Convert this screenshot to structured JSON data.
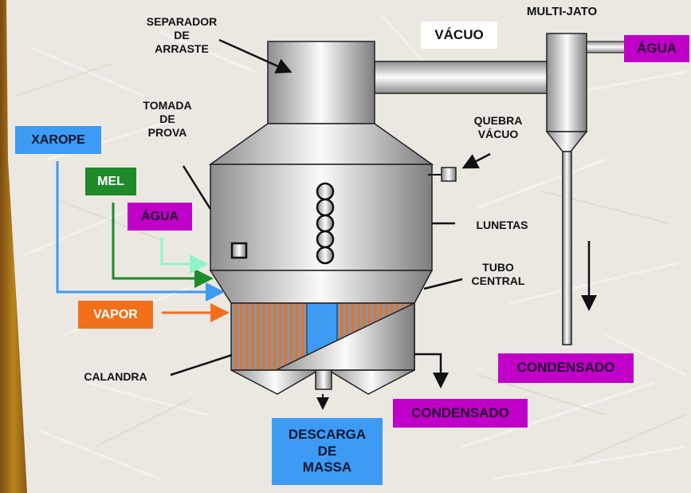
{
  "diagram": {
    "title": "Cozedor a vácuo (tacho) – esquema",
    "labels": {
      "separador": "SEPARADOR\nDE\nARRASTE",
      "tomada": "TOMADA\nDE\nPROVA",
      "quebra": "QUEBRA\nVÁCUO",
      "lunetas": "LUNETAS",
      "tubo": "TUBO\nCENTRAL",
      "calandra": "CALANDRA",
      "multijato": "MULTI-JATO"
    },
    "boxes": {
      "vacuo": "VÁCUO",
      "agua_top": "ÁGUA",
      "xarope": "XAROPE",
      "mel": "MEL",
      "agua_left": "ÁGUA",
      "vapor": "VAPOR",
      "condensado_right": "CONDENSADO",
      "condensado_bottom": "CONDENSADO",
      "descarga": "DESCARGA\nDE\nMASSA"
    },
    "colors": {
      "xarope": "#3d9bf3",
      "mel": "#1f8a2a",
      "agua": "#c000c8",
      "agua_line": "#8ff5c8",
      "vapor": "#f26f1c",
      "tube_central": "#3d9bf3",
      "vessel_gray": "#a8a8a8"
    }
  }
}
